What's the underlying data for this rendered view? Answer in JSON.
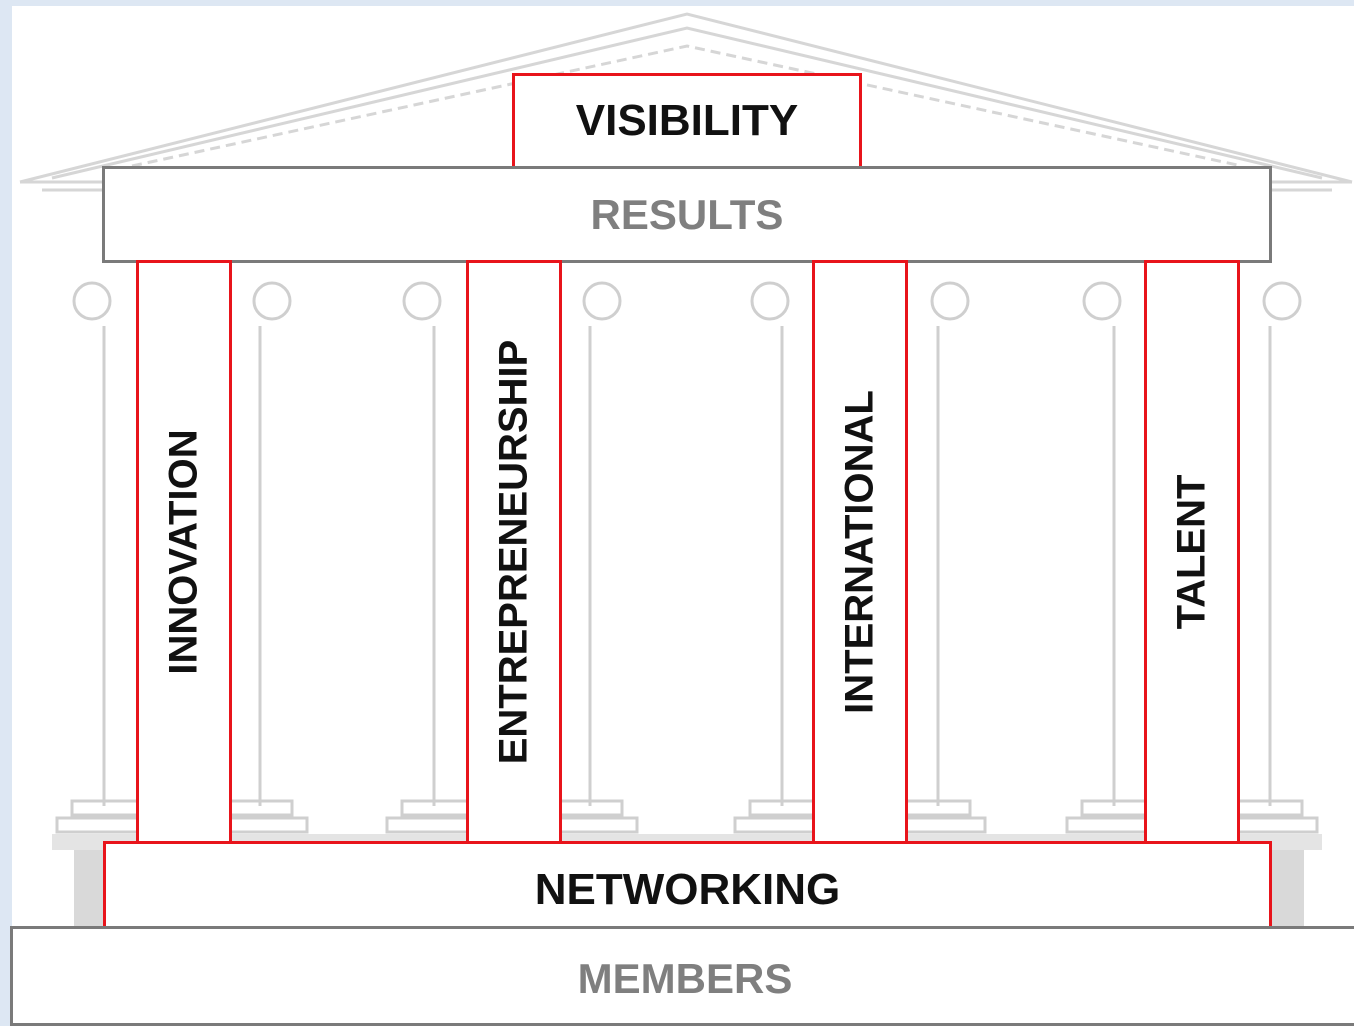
{
  "diagram": {
    "roof_label": "VISIBILITY",
    "entablature_label": "RESULTS",
    "pillars": [
      {
        "label": "INNOVATION"
      },
      {
        "label": "ENTREPRENEURSHIP"
      },
      {
        "label": "INTERNATIONAL"
      },
      {
        "label": "TALENT"
      }
    ],
    "base_label": "NETWORKING",
    "foundation_label": "MEMBERS"
  },
  "colors": {
    "accent": "#e8141b",
    "frame_grey": "#7a7a7a",
    "background": "#dde7f3"
  },
  "icons": [
    "greek-temple-illustration"
  ]
}
